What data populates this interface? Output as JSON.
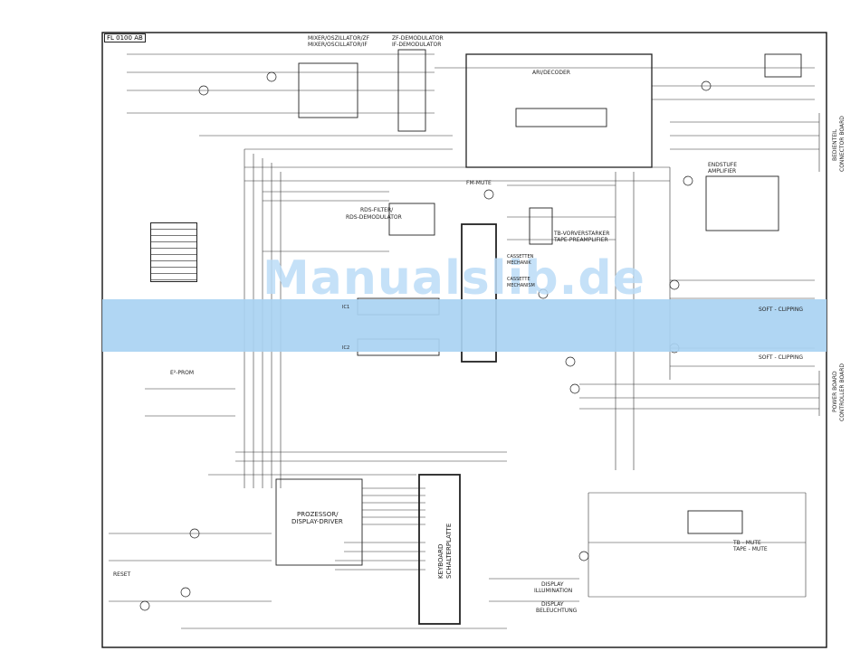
{
  "diagram": {
    "frame_label": "FL 0100 AB",
    "watermark": "Manualslib.de",
    "blocks": {
      "mixer": "MIXER/OSZILLATOR/ZF",
      "mixer_en": "MIXER/OSCILLATOR/IF",
      "demod": "ZF-DEMODULATOR",
      "demod_en": "IF-DEMODULATOR",
      "arc": "ARI/DECODER",
      "rds": "RDS-FILTER/",
      "rds2": "RDS-DEMODULATOR",
      "fm_mute": "FM-MUTE",
      "tape_pre": "TB-VORVERSTARKER",
      "tape_pre_en": "TAPE-PREAMPLIFIER",
      "cassette": "CASSETTEN",
      "cassette2": "MECHANIK",
      "cassette_b": "CASSETTE",
      "cassette_b2": "MECHANISM",
      "endstufe": "ENDSTUFE",
      "endstufe2": "AMPLIFIER",
      "soft_clip1": "SOFT - CLIPPING",
      "soft_clip2": "SOFT - CLIPPING",
      "eeprom": "E²-PROM",
      "processor": "PROZESSOR/",
      "processor2": "DISPLAY-DRIVER",
      "keyboard": "KEYBOARD",
      "keyboard2": "SCHALTERPLATTE",
      "tb_mute": "TB - MUTE",
      "tape_mute": "TAPE - MUTE",
      "display_ill": "DISPLAY",
      "display_ill2": "ILLUMINATION",
      "display_bel": "DISPLAY",
      "display_bel2": "BELEUCHTUNG",
      "reset": "RESET",
      "ic_label1": "IC1",
      "ic_label2": "IC2",
      "connector_a": "BEDIENTEIL",
      "connector_a2": "CONNECTOR BOARD",
      "connector_b": "POWER BOARD",
      "connector_b2": "CONTROLLER BOARD"
    }
  }
}
